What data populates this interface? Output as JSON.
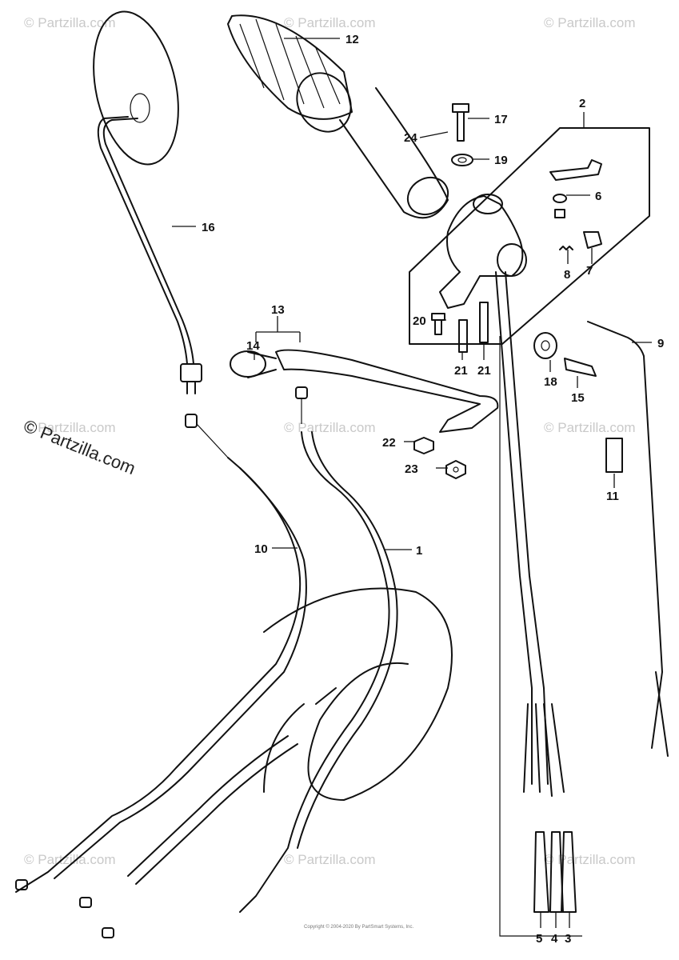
{
  "watermark": {
    "text": "© Partzilla.com"
  },
  "copyright_line": "Copyright © 2004-2020 By PartSmart Systems, Inc.",
  "parts": [
    {
      "id": "1",
      "label": "1"
    },
    {
      "id": "2",
      "label": "2"
    },
    {
      "id": "3",
      "label": "3"
    },
    {
      "id": "4",
      "label": "4"
    },
    {
      "id": "5",
      "label": "5"
    },
    {
      "id": "6",
      "label": "6"
    },
    {
      "id": "7",
      "label": "7"
    },
    {
      "id": "8",
      "label": "8"
    },
    {
      "id": "9",
      "label": "9"
    },
    {
      "id": "10",
      "label": "10"
    },
    {
      "id": "11",
      "label": "11"
    },
    {
      "id": "12",
      "label": "12"
    },
    {
      "id": "13",
      "label": "13"
    },
    {
      "id": "14",
      "label": "14"
    },
    {
      "id": "15",
      "label": "15"
    },
    {
      "id": "16",
      "label": "16"
    },
    {
      "id": "17",
      "label": "17"
    },
    {
      "id": "18",
      "label": "18"
    },
    {
      "id": "19",
      "label": "19"
    },
    {
      "id": "20",
      "label": "20"
    },
    {
      "id": "21a",
      "label": "21"
    },
    {
      "id": "21b",
      "label": "21"
    },
    {
      "id": "22",
      "label": "22"
    },
    {
      "id": "23",
      "label": "23"
    },
    {
      "id": "24",
      "label": "24"
    }
  ]
}
